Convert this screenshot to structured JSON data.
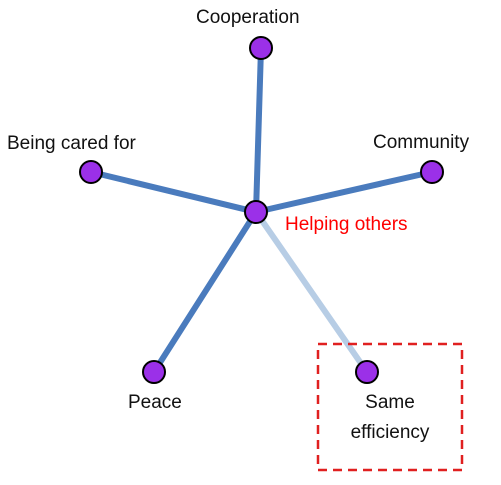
{
  "diagram": {
    "center": {
      "label": "Helping others",
      "color": "#ff0000"
    },
    "nodes": [
      {
        "id": "cooperation",
        "label": "Cooperation"
      },
      {
        "id": "being-cared-for",
        "label": "Being cared for"
      },
      {
        "id": "community",
        "label": "Community"
      },
      {
        "id": "peace",
        "label": "Peace"
      },
      {
        "id": "same-efficiency",
        "label_line1": "Same",
        "label_line2": "efficiency"
      }
    ],
    "colors": {
      "node_fill": "#9b30e8",
      "node_stroke": "#000000",
      "edge_strong": "#4a7bbd",
      "edge_weak": "#b7cde5",
      "highlight_box": "#e02020"
    }
  }
}
